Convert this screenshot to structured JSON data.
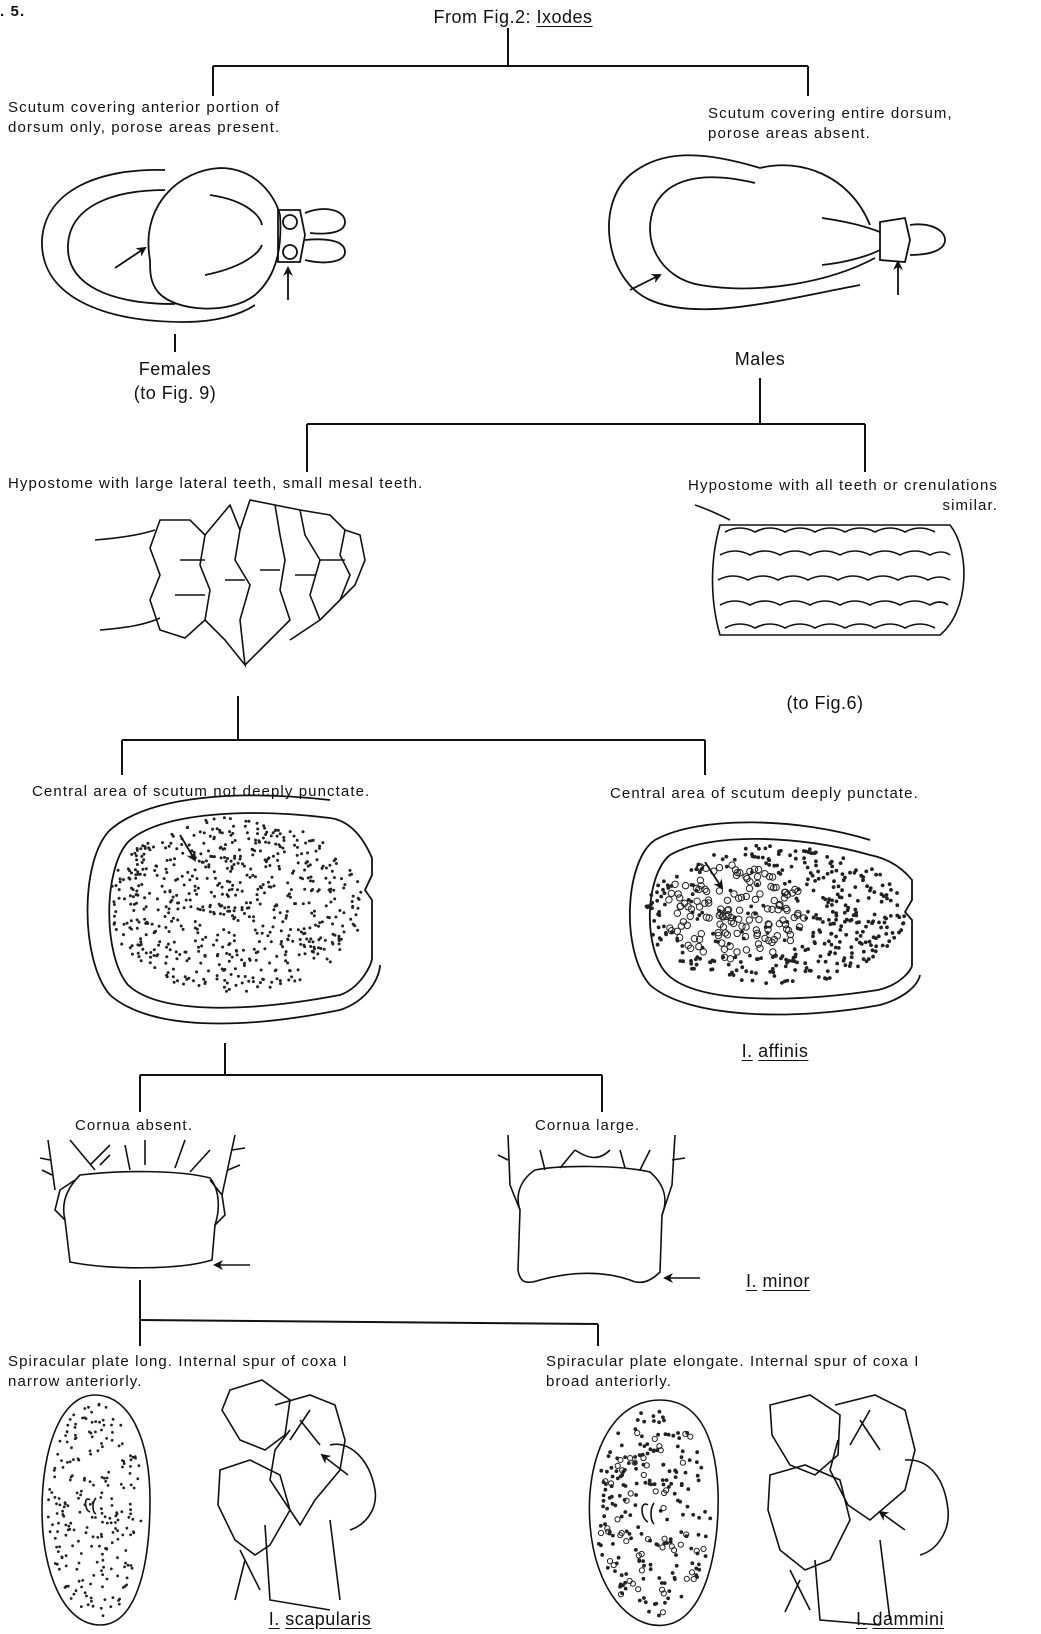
{
  "figure_label": ". 5.",
  "header": {
    "prefix": "From Fig.2:",
    "genus": "Ixodes"
  },
  "couplet1": {
    "left": {
      "line1": "Scutum covering anterior portion of",
      "line2": "dorsum only, porose areas present."
    },
    "right": {
      "line1": "Scutum covering entire dorsum,",
      "line2": "porose areas absent."
    },
    "females": {
      "label": "Females",
      "ref": "(to Fig. 9)"
    },
    "males": {
      "label": "Males"
    }
  },
  "couplet2": {
    "left": "Hypostome with large lateral teeth, small mesal teeth.",
    "right_line1": "Hypostome with all teeth or crenulations",
    "right_line2": "similar.",
    "right_ref": "(to Fig.6)"
  },
  "couplet3": {
    "left": "Central area of scutum not deeply punctate.",
    "right": "Central area of scutum deeply punctate.",
    "right_species": {
      "genus_abbr": "I.",
      "epithet": "affinis"
    }
  },
  "couplet4": {
    "left": "Cornua absent.",
    "right": "Cornua large.",
    "right_species": {
      "genus_abbr": "I.",
      "epithet": "minor"
    }
  },
  "couplet5": {
    "left_line1": "Spiracular plate long. Internal spur of coxa I",
    "left_line2": "narrow anteriorly.",
    "right_line1": "Spiracular plate elongate. Internal spur of coxa I",
    "right_line2": "broad anteriorly.",
    "left_species": {
      "genus_abbr": "I.",
      "epithet": "scapularis"
    },
    "right_species": {
      "genus_abbr": "I.",
      "epithet": "dammini"
    }
  }
}
